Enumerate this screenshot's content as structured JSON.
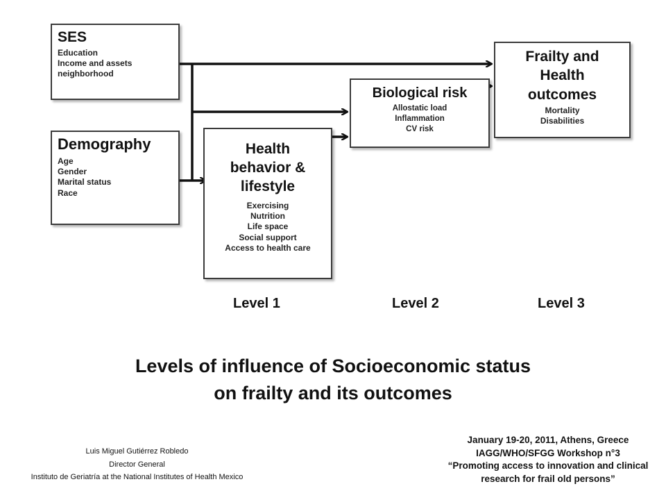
{
  "diagram": {
    "boxes": {
      "ses": {
        "title": "SES",
        "items": [
          "Education",
          "Income and assets",
          "neighborhood"
        ]
      },
      "demography": {
        "title": "Demography",
        "items": [
          "Age",
          "Gender",
          "Marital status",
          "Race"
        ]
      },
      "health": {
        "title": "Health\nbehavior &\nlifestyle",
        "items": [
          "Exercising",
          "Nutrition",
          "Life space",
          "Social support",
          "Access to health care"
        ]
      },
      "biological": {
        "title": "Biological risk",
        "items": [
          "Allostatic load",
          "Inflammation",
          "CV risk"
        ]
      },
      "frailty": {
        "title": "Frailty and\nHealth\noutcomes",
        "items": [
          "Mortality",
          "Disabilities"
        ]
      }
    },
    "levels": [
      "Level 1",
      "Level 2",
      "Level 3"
    ]
  },
  "title": {
    "line1": "Levels of influence of Socioeconomic status",
    "line2": "on frailty and its outcomes"
  },
  "author": {
    "name": "Luis Miguel Gutiérrez Robledo",
    "role": "Director General",
    "institution": "Instituto de Geriatría at the National Institutes of Health Mexico"
  },
  "workshop": {
    "line1": "January 19-20, 2011, Athens, Greece",
    "line2": "IAGG/WHO/SFGG Workshop n°3",
    "line3": "“Promoting access to innovation and clinical",
    "line4": "research for frail old persons”"
  },
  "colors": {
    "line": "#111111",
    "box_border": "#3a3a3a",
    "background": "#ffffff"
  }
}
